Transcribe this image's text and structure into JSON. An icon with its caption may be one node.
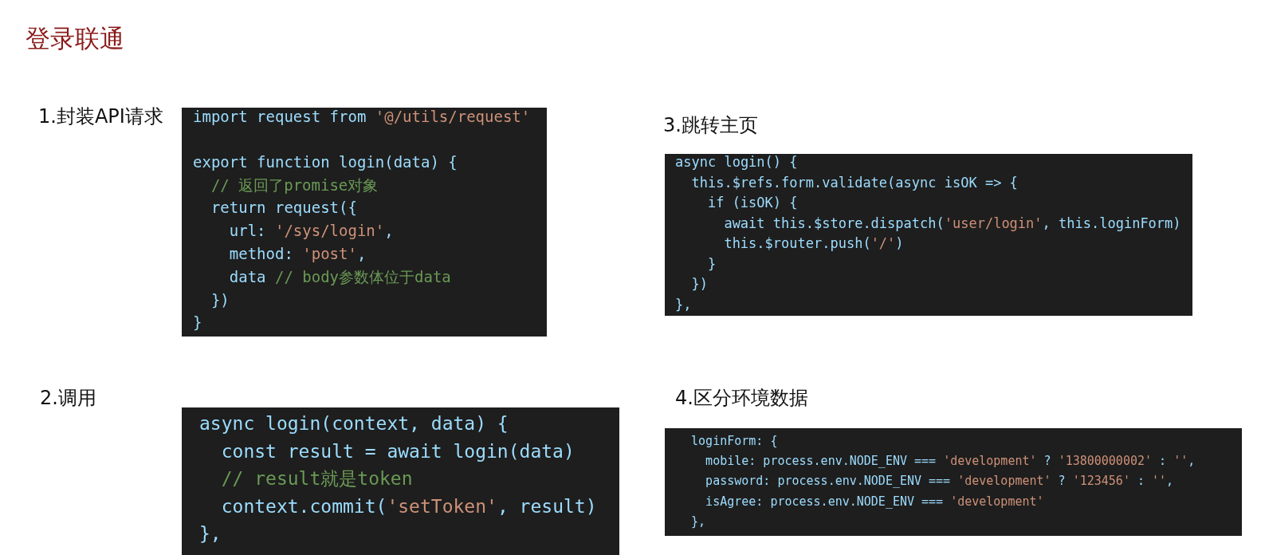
{
  "diagram": {
    "title": "登录联通",
    "nodes": [
      {
        "text": [
          "1.封装API请求",
          "import request from '@/utils/request'",
          "export function login(data) {",
          "// 返回了promise对象",
          "return request({",
          "url: '/sys/login',",
          "method: 'post',",
          "data // body参数体位于data",
          "})",
          "}"
        ]
      },
      {
        "text": [
          "3.跳转主页",
          "async login() {",
          "this.$refs.form.validate(async isOK => {",
          "if (isOK) {",
          "await this.$store.dispatch('user/login', this.loginForm)",
          "this.$router.push('/')",
          "}",
          "})",
          "},"
        ]
      },
      {
        "text": [
          "2.调用",
          "async login(context, data) {",
          "const result = await login(data)",
          "// result就是token",
          "context.commit('setToken', result)",
          "},"
        ]
      },
      {
        "text": [
          "4.区分环境数据",
          "loginForm: {",
          "mobile: process.env.NODE_ENV === 'development' ? '13800000002' : '',",
          "password: process.env.NODE_ENV === 'development' ? '123456' : '',",
          "isAgree: process.env.NODE_ENV === 'development'",
          "},"
        ]
      }
    ]
  }
}
